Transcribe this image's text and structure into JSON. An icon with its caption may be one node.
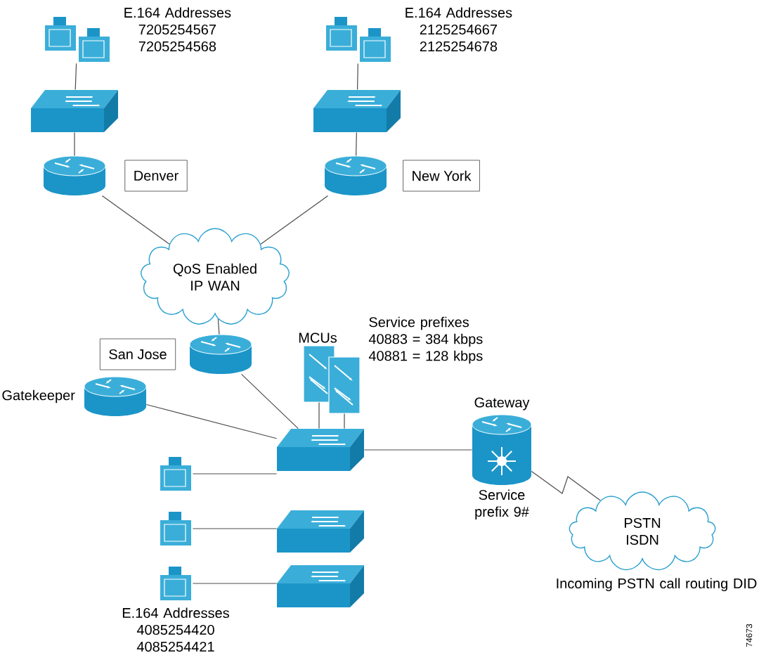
{
  "diagram": {
    "nodes": [
      {
        "text": [],
        "shape": "terminal",
        "beside": [
          "E.164 Addresses 7205254567 7205254568"
        ]
      },
      {
        "text": [],
        "shape": "switch"
      },
      {
        "text": [],
        "shape": "router"
      },
      {
        "text": [
          "Denver"
        ]
      },
      {
        "text": [],
        "shape": "terminal",
        "beside": [
          "E.164 Addresses 2125254667 2125254678"
        ]
      },
      {
        "text": [],
        "shape": "switch"
      },
      {
        "text": [],
        "shape": "router"
      },
      {
        "text": [
          "New York"
        ]
      },
      {
        "text": [
          "QoS Enabled IP WAN"
        ]
      },
      {
        "text": [
          "San Jose"
        ]
      },
      {
        "text": [],
        "shape": "router"
      },
      {
        "text": [],
        "shape": "mcu",
        "beside": [
          "MCUs"
        ]
      },
      {
        "text": [],
        "shape": "mcu",
        "beside": [
          "Service prefixes 40883 = 384 kbps 40881 = 128 kbps"
        ]
      },
      {
        "text": [],
        "shape": "router",
        "beside": [
          "Gatekeeper"
        ]
      },
      {
        "text": [],
        "shape": "terminal"
      },
      {
        "text": [],
        "shape": "switch"
      },
      {
        "text": [],
        "shape": "gateway",
        "beside": [
          "Gateway",
          "Service prefix 9#"
        ]
      },
      {
        "text": [],
        "shape": "terminal"
      },
      {
        "text": [],
        "shape": "switch"
      },
      {
        "text": [],
        "shape": "terminal",
        "beside": [
          "E.164 Addresses 4085254420 4085254421"
        ]
      },
      {
        "text": [],
        "shape": "switch"
      },
      {
        "text": [
          "PSTN ISDN"
        ],
        "beside": [
          "Incoming PSTN call routing DID"
        ]
      }
    ],
    "edges": [
      {
        "from": 0,
        "to": 1,
        "arrow": "none"
      },
      {
        "from": 1,
        "to": 2,
        "arrow": "none"
      },
      {
        "from": 2,
        "to": 8,
        "arrow": "none"
      },
      {
        "from": 4,
        "to": 5,
        "arrow": "none"
      },
      {
        "from": 5,
        "to": 6,
        "arrow": "none"
      },
      {
        "from": 6,
        "to": 8,
        "arrow": "none"
      },
      {
        "from": 8,
        "to": 10,
        "arrow": "none"
      },
      {
        "from": 10,
        "to": 15,
        "arrow": "none"
      },
      {
        "from": 11,
        "to": 15,
        "arrow": "none"
      },
      {
        "from": 12,
        "to": 15,
        "arrow": "none"
      },
      {
        "from": 13,
        "to": 15,
        "arrow": "none"
      },
      {
        "from": 14,
        "to": 15,
        "arrow": "none"
      },
      {
        "from": 15,
        "to": 16,
        "arrow": "none"
      },
      {
        "from": 16,
        "to": 21,
        "arrow": "none"
      },
      {
        "from": 17,
        "to": 18,
        "arrow": "none"
      },
      {
        "from": 19,
        "to": 20,
        "arrow": "none"
      }
    ],
    "labels": [
      "74673"
    ]
  }
}
